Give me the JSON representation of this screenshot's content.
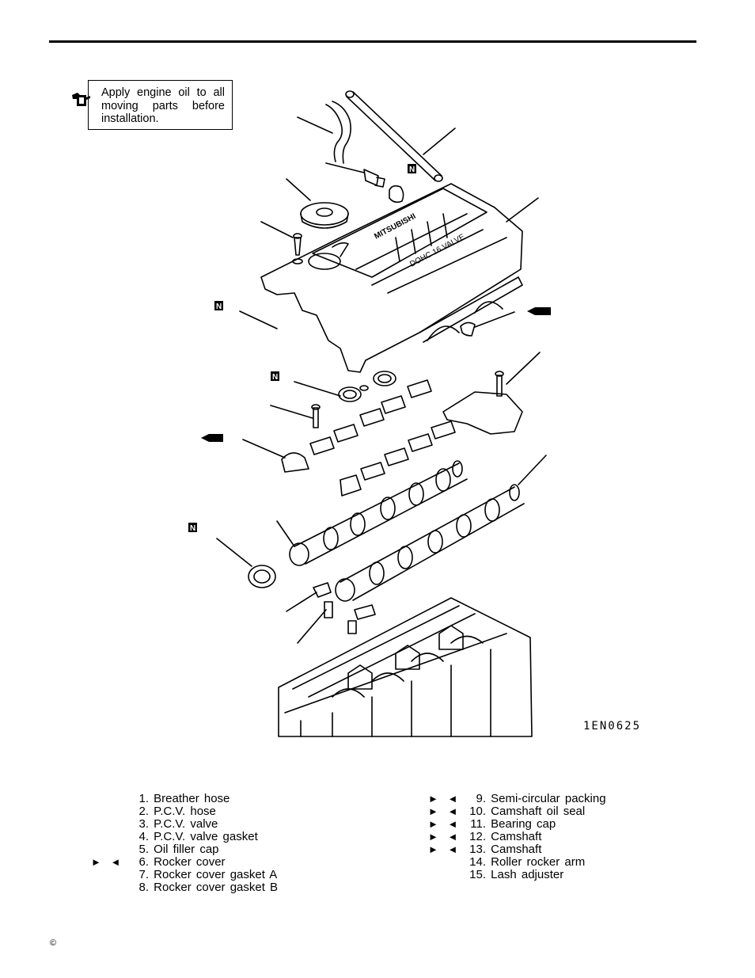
{
  "note": {
    "text": "Apply engine oil to all moving parts before installation.",
    "icon": "oil-can-icon"
  },
  "figure": {
    "id": "1EN0625",
    "label_texts": {
      "brand": "MITSUBISHI",
      "dohc": "DOHC 16 VALVE"
    },
    "new_part_mark": "N"
  },
  "parts_left": [
    {
      "num": "1.",
      "name": "Breather hose",
      "marked": false
    },
    {
      "num": "2.",
      "name": "P.C.V. hose",
      "marked": false
    },
    {
      "num": "3.",
      "name": "P.C.V. valve",
      "marked": false
    },
    {
      "num": "4.",
      "name": "P.C.V. valve gasket",
      "marked": false
    },
    {
      "num": "5.",
      "name": "Oil filler cap",
      "marked": false
    },
    {
      "num": "6.",
      "name": "Rocker cover",
      "marked": true
    },
    {
      "num": "7.",
      "name": "Rocker cover gasket A",
      "marked": false
    },
    {
      "num": "8.",
      "name": "Rocker cover gasket B",
      "marked": false
    }
  ],
  "parts_right": [
    {
      "num": "9.",
      "name": "Semi-circular packing",
      "marked": true
    },
    {
      "num": "10.",
      "name": "Camshaft oil seal",
      "marked": true
    },
    {
      "num": "11.",
      "name": "Bearing cap",
      "marked": true
    },
    {
      "num": "12.",
      "name": "Camshaft",
      "marked": true
    },
    {
      "num": "13.",
      "name": "Camshaft",
      "marked": true
    },
    {
      "num": "14.",
      "name": "Roller rocker arm",
      "marked": false
    },
    {
      "num": "15.",
      "name": "Lash adjuster",
      "marked": false
    }
  ],
  "arrow_mark": "► ◄",
  "copyright": "©"
}
